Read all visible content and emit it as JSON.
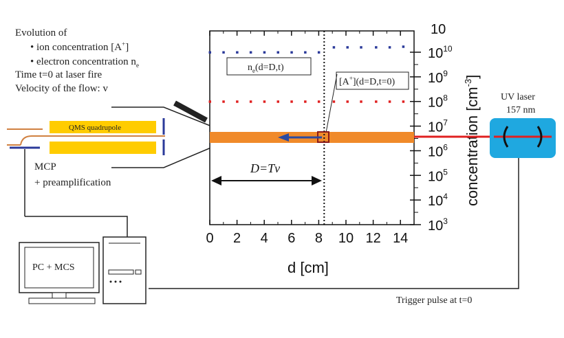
{
  "intro": {
    "line1": "Evolution of",
    "bullet1_main": "• ion concentration [A",
    "bullet1_sup": "+",
    "bullet1_end": "]",
    "bullet2_main": "• electron concentration n",
    "bullet2_sub": "e",
    "line4": "Time t=0 at laser fire",
    "line5": "Velocity of the flow: v"
  },
  "labels": {
    "qms": "QMS quadrupole",
    "mcp": "MCP",
    "preamp": "+ preamplification",
    "pc": "PC + MCS",
    "uv_laser": "UV laser",
    "uv_wavelength": "157 nm",
    "trigger": "Trigger pulse at t=0",
    "distance_eq": "D=Tv"
  },
  "annotations": {
    "ne_main": "n",
    "ne_sub": "e",
    "ne_end": "(d=D,t)",
    "ion_open": "[A",
    "ion_sup": "+",
    "ion_end": "](d=D,t=0)"
  },
  "colors": {
    "beam_orange": "#f08a2a",
    "qms_yellow": "#ffcc00",
    "laser_box": "#1fa8e0",
    "electron_dots": "#2b3a9a",
    "ion_dots": "#e02020",
    "laser_beam": "#e02020",
    "arrow_blue": "#2b4aa0"
  },
  "chart_data": {
    "type": "diagram-axes",
    "xlabel": "d [cm]",
    "ylabel_main": "concentration [cm",
    "ylabel_sup": "-3",
    "ylabel_end": "]",
    "xlim": [
      0,
      15
    ],
    "x_ticks": [
      0,
      2,
      4,
      6,
      8,
      10,
      12,
      14
    ],
    "y_log_range": [
      3,
      11
    ],
    "y_ticks": [
      {
        "base": "10",
        "exp": "3"
      },
      {
        "base": "10",
        "exp": "4"
      },
      {
        "base": "10",
        "exp": "5"
      },
      {
        "base": "10",
        "exp": "6"
      },
      {
        "base": "10",
        "exp": "7"
      },
      {
        "base": "10",
        "exp": "8"
      },
      {
        "base": "10",
        "exp": "9"
      },
      {
        "base": "10",
        "exp": "10"
      }
    ],
    "y_top_partial": "10",
    "dashed_line_x": 8.4,
    "electron_series": [
      {
        "x": 0,
        "y": 10000000000.0
      },
      {
        "x": 1,
        "y": 10000000000.0
      },
      {
        "x": 2,
        "y": 10000000000.0
      },
      {
        "x": 3,
        "y": 10000000000.0
      },
      {
        "x": 4,
        "y": 10000000000.0
      },
      {
        "x": 5,
        "y": 10000000000.0
      },
      {
        "x": 6,
        "y": 10000000000.0
      },
      {
        "x": 7,
        "y": 10000000000.0
      },
      {
        "x": 8,
        "y": 10000000000.0
      },
      {
        "x": 9.1,
        "y": 16000000000.0
      },
      {
        "x": 10.1,
        "y": 16000000000.0
      },
      {
        "x": 11.1,
        "y": 16000000000.0
      },
      {
        "x": 12.2,
        "y": 16000000000.0
      },
      {
        "x": 13.2,
        "y": 16000000000.0
      },
      {
        "x": 14.2,
        "y": 17000000000.0
      }
    ],
    "ion_series": [
      {
        "x": 0,
        "y": 100000000.0
      },
      {
        "x": 1,
        "y": 100000000.0
      },
      {
        "x": 2,
        "y": 100000000.0
      },
      {
        "x": 3,
        "y": 100000000.0
      },
      {
        "x": 4,
        "y": 100000000.0
      },
      {
        "x": 5,
        "y": 100000000.0
      },
      {
        "x": 6,
        "y": 100000000.0
      },
      {
        "x": 7,
        "y": 100000000.0
      },
      {
        "x": 8,
        "y": 100000000.0
      },
      {
        "x": 9.1,
        "y": 100000000.0
      },
      {
        "x": 10.1,
        "y": 100000000.0
      },
      {
        "x": 11.1,
        "y": 100000000.0
      },
      {
        "x": 12.2,
        "y": 100000000.0
      },
      {
        "x": 13.2,
        "y": 100000000.0
      },
      {
        "x": 14.2,
        "y": 100000000.0
      }
    ]
  }
}
